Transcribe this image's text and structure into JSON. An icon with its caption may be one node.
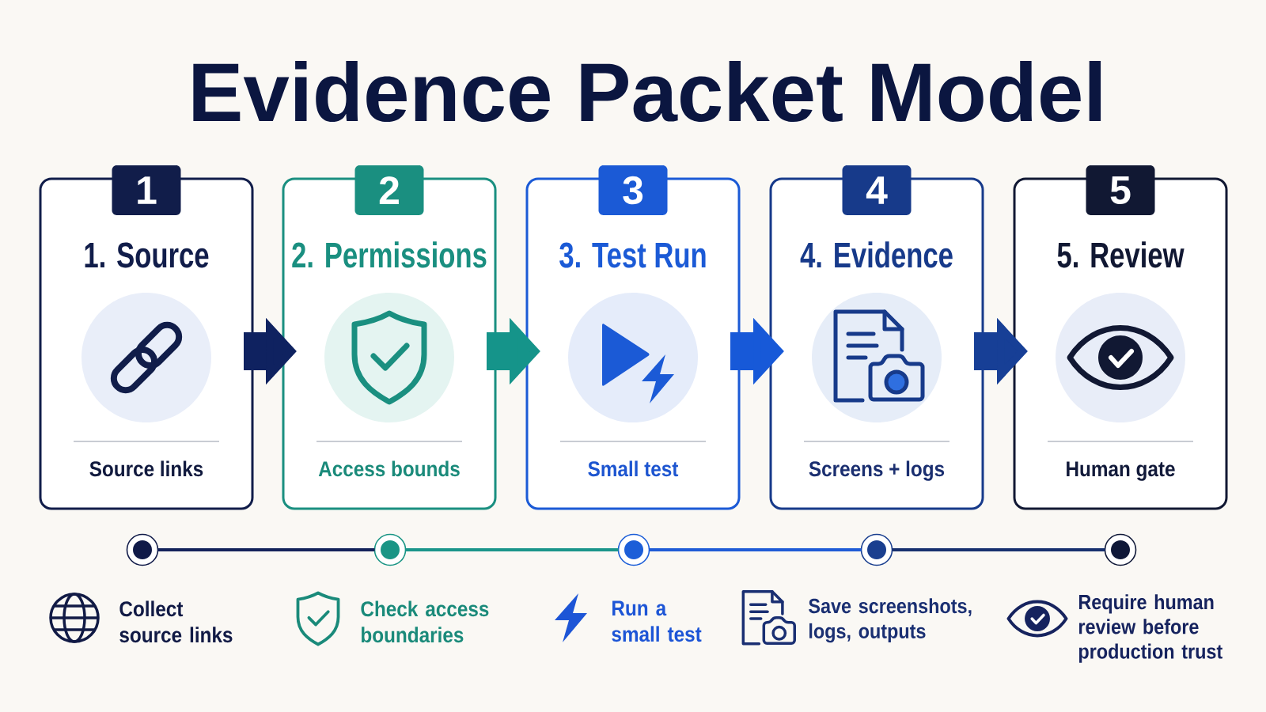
{
  "diagram": {
    "title": "Evidence Packet Model",
    "nodes": [
      {
        "text": [
          "1"
        ]
      },
      {
        "text": [
          "1. Source",
          "Source links"
        ]
      },
      {
        "text": [
          "2"
        ]
      },
      {
        "text": [
          "2. Permissions",
          "Access bounds"
        ]
      },
      {
        "text": [
          "3"
        ]
      },
      {
        "text": [
          "3. Test Run",
          "Small test"
        ]
      },
      {
        "text": [
          "4"
        ]
      },
      {
        "text": [
          "4. Evidence",
          "Screens + logs"
        ]
      },
      {
        "text": [
          "5"
        ]
      },
      {
        "text": [
          "5. Review",
          "Human gate"
        ]
      },
      {
        "text": [],
        "shape": "circle",
        "beside": [
          "Collect source links"
        ]
      },
      {
        "text": [],
        "shape": "circle",
        "beside": [
          "Check access boundaries"
        ]
      },
      {
        "text": [],
        "shape": "circle",
        "beside": [
          "Run a small test"
        ]
      },
      {
        "text": [],
        "shape": "circle",
        "beside": [
          "Save screenshots, logs, outputs"
        ]
      },
      {
        "text": [],
        "shape": "circle",
        "beside": [
          "Require human review before production trust"
        ]
      }
    ],
    "edges": [
      {
        "from": 1,
        "to": 3,
        "arrow": "to",
        "style": "thick",
        "color": "#0f2260"
      },
      {
        "from": 3,
        "to": 5,
        "arrow": "to",
        "style": "thick",
        "color": "#15948a"
      },
      {
        "from": 5,
        "to": 7,
        "arrow": "to",
        "style": "thick",
        "color": "#1759d8"
      },
      {
        "from": 7,
        "to": 9,
        "arrow": "to",
        "style": "thick",
        "color": "#173f96"
      },
      {
        "from": 10,
        "to": 11,
        "arrow": "none",
        "color": "#13225a"
      },
      {
        "from": 11,
        "to": 12,
        "arrow": "none",
        "color": "#1a958a"
      },
      {
        "from": 12,
        "to": 13,
        "arrow": "none",
        "color": "#1f5bd6"
      },
      {
        "from": 13,
        "to": 14,
        "arrow": "none",
        "color": "#17306e"
      }
    ]
  }
}
